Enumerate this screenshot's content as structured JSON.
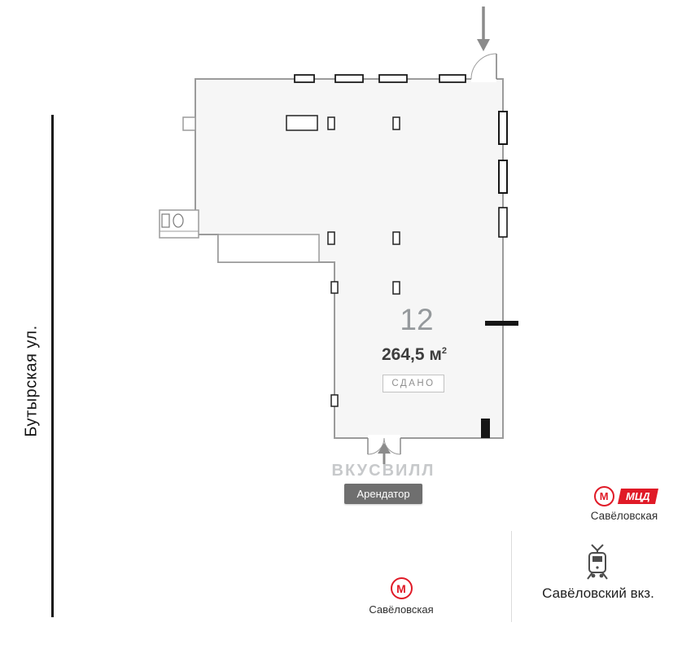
{
  "street": {
    "label": "Бутырская ул."
  },
  "plan": {
    "unit_number": "12",
    "area": "264,5 м",
    "area_superscript": "2",
    "status": "СДАНО"
  },
  "tenant": {
    "name": "ВКУСВИЛЛ",
    "badge": "Арендатор"
  },
  "transit": {
    "metro_right": {
      "icon_letter": "М",
      "mcd_badge": "МЦД",
      "station": "Савёловская"
    },
    "rail": {
      "station": "Савёловский вкз."
    },
    "metro_center": {
      "icon_letter": "М",
      "station": "Савёловская"
    }
  },
  "icons": {
    "metro": "M-in-circle",
    "rail": "train-front",
    "entrance": "arrow"
  },
  "colors": {
    "metro_red": "#E01A27",
    "tenant_badge_bg": "#6F6F6F",
    "plan_fill": "#F6F6F6",
    "wall_line": "#9B9B9B",
    "muted_text": "#95999C"
  }
}
